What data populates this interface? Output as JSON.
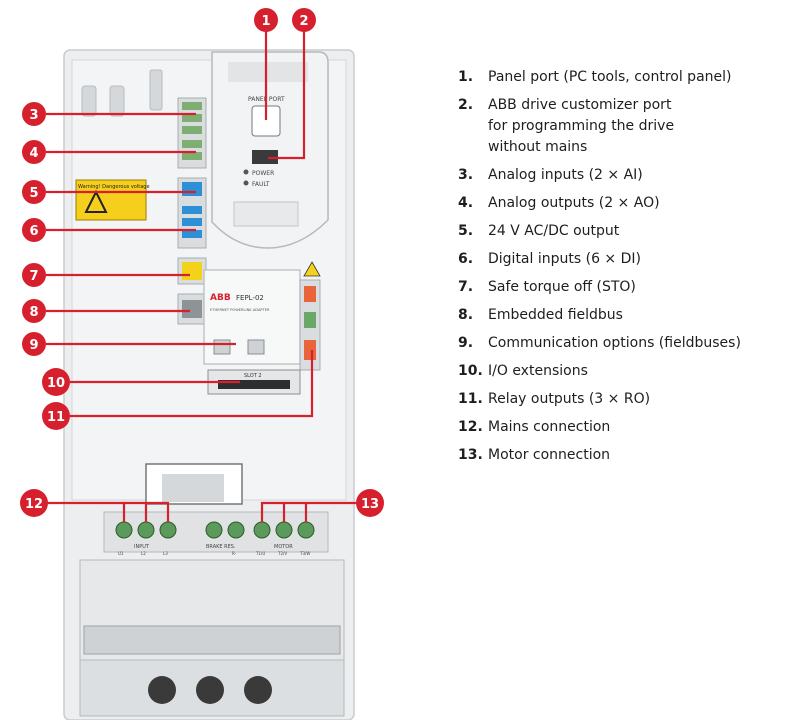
{
  "diagram": {
    "device_labels": {
      "panel_port": "PANEL PORT",
      "power": "POWER",
      "fault": "FAULT",
      "warning": "Warning! Dangerous voltage",
      "brand": "ABB",
      "module": "FEPL-02",
      "module_sub": "ETHERNET POWERLINK ADAPTER",
      "slot": "SLOT 2",
      "input": "INPUT",
      "brake": "BRAKE RES.",
      "motor": "MOTOR",
      "term_u1": "U1",
      "term_l2": "L2",
      "term_l3": "L3",
      "term_r": "R-",
      "term_t1": "T1/U",
      "term_t2": "T2/V",
      "term_t3": "T3/W"
    },
    "callouts": [
      "1",
      "2",
      "3",
      "4",
      "5",
      "6",
      "7",
      "8",
      "9",
      "10",
      "11",
      "12",
      "13"
    ]
  },
  "legend": [
    {
      "num": "1.",
      "text": "Panel port (PC tools, control panel)"
    },
    {
      "num": "2.",
      "text": "ABB drive customizer port\nfor programming the drive\nwithout mains"
    },
    {
      "num": "3.",
      "text": "Analog inputs (2 × AI)"
    },
    {
      "num": "4.",
      "text": "Analog outputs (2 × AO)"
    },
    {
      "num": "5.",
      "text": "24 V AC/DC output"
    },
    {
      "num": "6.",
      "text": "Digital inputs (6 × DI)"
    },
    {
      "num": "7.",
      "text": "Safe torque off (STO)"
    },
    {
      "num": "8.",
      "text": "Embedded fieldbus"
    },
    {
      "num": "9.",
      "text": "Communication options (fieldbuses)"
    },
    {
      "num": "10.",
      "text": "I/O extensions"
    },
    {
      "num": "11.",
      "text": "Relay outputs (3 × RO)"
    },
    {
      "num": "12.",
      "text": "Mains connection"
    },
    {
      "num": "13.",
      "text": "Motor connection"
    }
  ],
  "colors": {
    "callout": "#d6202e",
    "terminal_blue": "#2d8fd6",
    "terminal_green": "#6aa86a",
    "terminal_yellow": "#f2d21b",
    "relay_orange": "#e8643a",
    "housing": "#eceeef"
  }
}
